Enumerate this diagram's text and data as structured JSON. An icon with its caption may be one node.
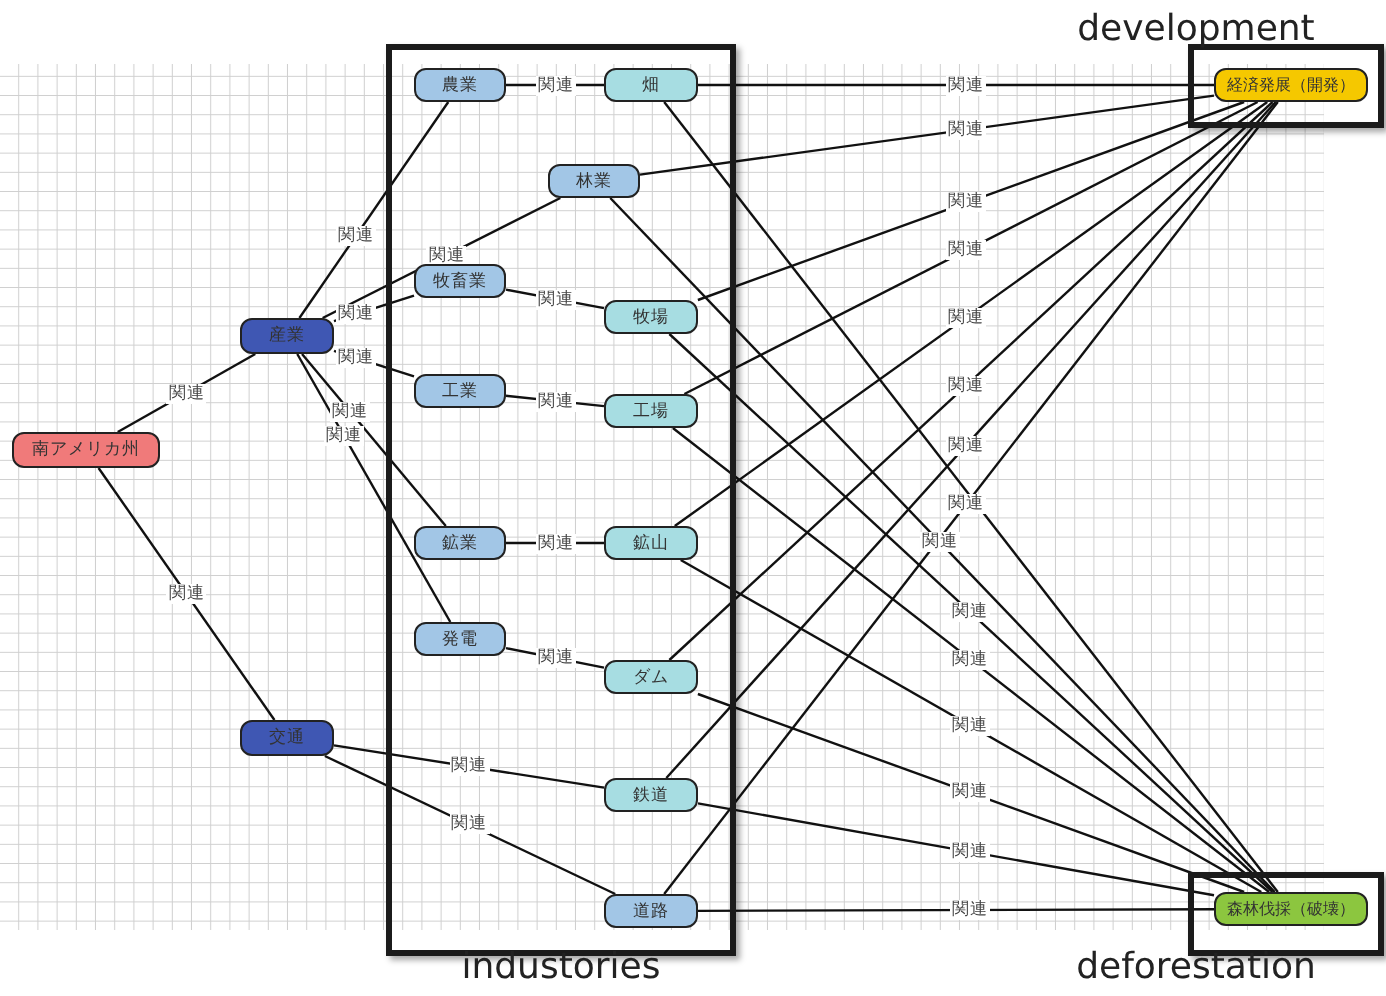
{
  "diagram": {
    "nodes": [
      {
        "text": [
          "industories"
        ]
      },
      {
        "text": [
          "development"
        ]
      },
      {
        "text": [
          "deforestation"
        ]
      },
      {
        "text": [
          "南アメリカ州"
        ]
      },
      {
        "text": [
          "産業"
        ]
      },
      {
        "text": [
          "交通"
        ]
      },
      {
        "text": [
          "農業"
        ],
        "in": 0
      },
      {
        "text": [
          "畑"
        ],
        "in": 0
      },
      {
        "text": [
          "林業"
        ],
        "in": 0
      },
      {
        "text": [
          "牧畜業"
        ],
        "in": 0
      },
      {
        "text": [
          "牧場"
        ],
        "in": 0
      },
      {
        "text": [
          "工業"
        ],
        "in": 0
      },
      {
        "text": [
          "工場"
        ],
        "in": 0
      },
      {
        "text": [
          "鉱業"
        ],
        "in": 0
      },
      {
        "text": [
          "鉱山"
        ],
        "in": 0
      },
      {
        "text": [
          "発電"
        ],
        "in": 0
      },
      {
        "text": [
          "ダム"
        ],
        "in": 0
      },
      {
        "text": [
          "鉄道"
        ],
        "in": 0
      },
      {
        "text": [
          "道路"
        ],
        "in": 0
      },
      {
        "text": [
          "経済発展（開発）"
        ],
        "in": 1
      },
      {
        "text": [
          "森林伐採（破壊）"
        ],
        "in": 2
      }
    ],
    "edges": [
      {
        "from": 3,
        "to": 4,
        "arrow": "none",
        "label": "関連"
      },
      {
        "from": 3,
        "to": 5,
        "arrow": "none",
        "label": "関連"
      },
      {
        "from": 4,
        "to": 6,
        "arrow": "none",
        "label": "関連"
      },
      {
        "from": 4,
        "to": 8,
        "arrow": "none",
        "label": "関連"
      },
      {
        "from": 4,
        "to": 9,
        "arrow": "none",
        "label": "関連"
      },
      {
        "from": 4,
        "to": 11,
        "arrow": "none",
        "label": "関連"
      },
      {
        "from": 4,
        "to": 13,
        "arrow": "none",
        "label": "関連"
      },
      {
        "from": 4,
        "to": 15,
        "arrow": "none",
        "label": "関連"
      },
      {
        "from": 5,
        "to": 17,
        "arrow": "none",
        "label": "関連"
      },
      {
        "from": 5,
        "to": 18,
        "arrow": "none",
        "label": "関連"
      },
      {
        "from": 6,
        "to": 7,
        "arrow": "none",
        "label": "関連"
      },
      {
        "from": 9,
        "to": 10,
        "arrow": "none",
        "label": "関連"
      },
      {
        "from": 11,
        "to": 12,
        "arrow": "none",
        "label": "関連"
      },
      {
        "from": 13,
        "to": 14,
        "arrow": "none",
        "label": "関連"
      },
      {
        "from": 15,
        "to": 16,
        "arrow": "none",
        "label": "関連"
      },
      {
        "from": 7,
        "to": 19,
        "arrow": "none",
        "label": "関連"
      },
      {
        "from": 8,
        "to": 19,
        "arrow": "none",
        "label": "関連"
      },
      {
        "from": 10,
        "to": 19,
        "arrow": "none",
        "label": "関連"
      },
      {
        "from": 12,
        "to": 19,
        "arrow": "none",
        "label": "関連"
      },
      {
        "from": 14,
        "to": 19,
        "arrow": "none",
        "label": "関連"
      },
      {
        "from": 16,
        "to": 19,
        "arrow": "none",
        "label": "関連"
      },
      {
        "from": 17,
        "to": 19,
        "arrow": "none",
        "label": "関連"
      },
      {
        "from": 18,
        "to": 19,
        "arrow": "none",
        "label": "関連"
      },
      {
        "from": 7,
        "to": 20,
        "arrow": "none"
      },
      {
        "from": 8,
        "to": 20,
        "arrow": "none",
        "label": "関連"
      },
      {
        "from": 10,
        "to": 20,
        "arrow": "none",
        "label": "関連"
      },
      {
        "from": 12,
        "to": 20,
        "arrow": "none",
        "label": "関連"
      },
      {
        "from": 14,
        "to": 20,
        "arrow": "none",
        "label": "関連"
      },
      {
        "from": 16,
        "to": 20,
        "arrow": "none",
        "label": "関連"
      },
      {
        "from": 17,
        "to": 20,
        "arrow": "none",
        "label": "関連"
      },
      {
        "from": 18,
        "to": 20,
        "arrow": "none",
        "label": "関連"
      }
    ]
  }
}
